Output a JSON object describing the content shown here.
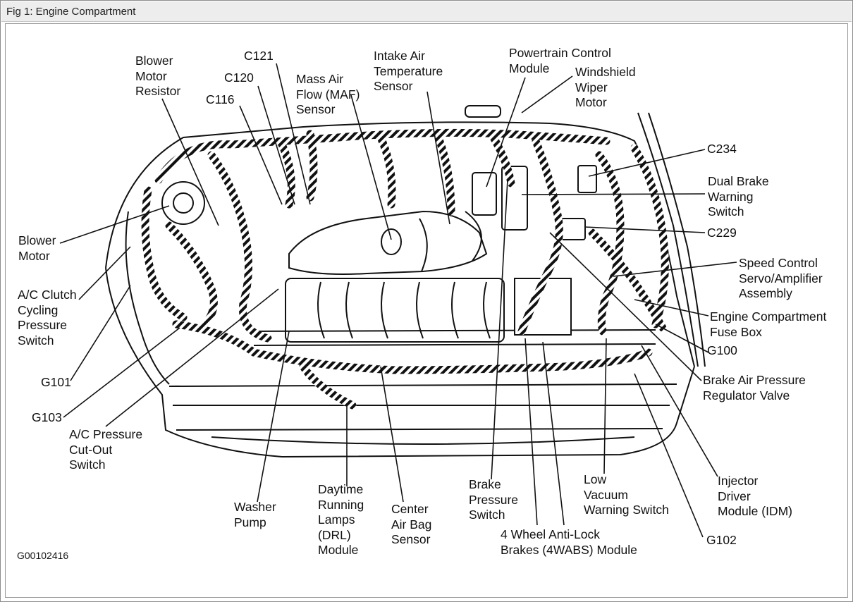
{
  "window": {
    "title": "Fig 1: Engine Compartment"
  },
  "figure_code": "G00102416",
  "labels": {
    "blower_motor_resistor": "Blower\nMotor\nResistor",
    "c121": "C121",
    "c120": "C120",
    "c116": "C116",
    "maf_sensor": "Mass Air\nFlow (MAF)\nSensor",
    "intake_air_temp_sensor": "Intake Air\nTemperature\nSensor",
    "pcm": "Powertrain Control\nModule",
    "windshield_wiper_motor": "Windshield\nWiper\nMotor",
    "c234": "C234",
    "dual_brake_warning_switch": "Dual Brake\nWarning\nSwitch",
    "c229": "C229",
    "speed_control_servo": "Speed Control\nServo/Amplifier\nAssembly",
    "engine_compartment_fuse_box": "Engine Compartment\nFuse Box",
    "g100": "G100",
    "brake_air_pressure_regulator_valve": "Brake Air Pressure\nRegulator Valve",
    "blower_motor": "Blower\nMotor",
    "ac_clutch_cycling_pressure_switch": "A/C Clutch\nCycling\nPressure\nSwitch",
    "g101": "G101",
    "g103": "G103",
    "ac_pressure_cutout_switch": "A/C Pressure\nCut-Out\nSwitch",
    "washer_pump": "Washer\nPump",
    "drl_module": "Daytime\nRunning\nLamps\n(DRL)\nModule",
    "center_air_bag_sensor": "Center\nAir Bag\nSensor",
    "brake_pressure_switch": "Brake\nPressure\nSwitch",
    "low_vacuum_warning_switch": "Low\nVacuum\nWarning Switch",
    "idm": "Injector\nDriver\nModule (IDM)",
    "g102": "G102",
    "four_wabs_module": "4 Wheel Anti-Lock\nBrakes (4WABS) Module"
  }
}
